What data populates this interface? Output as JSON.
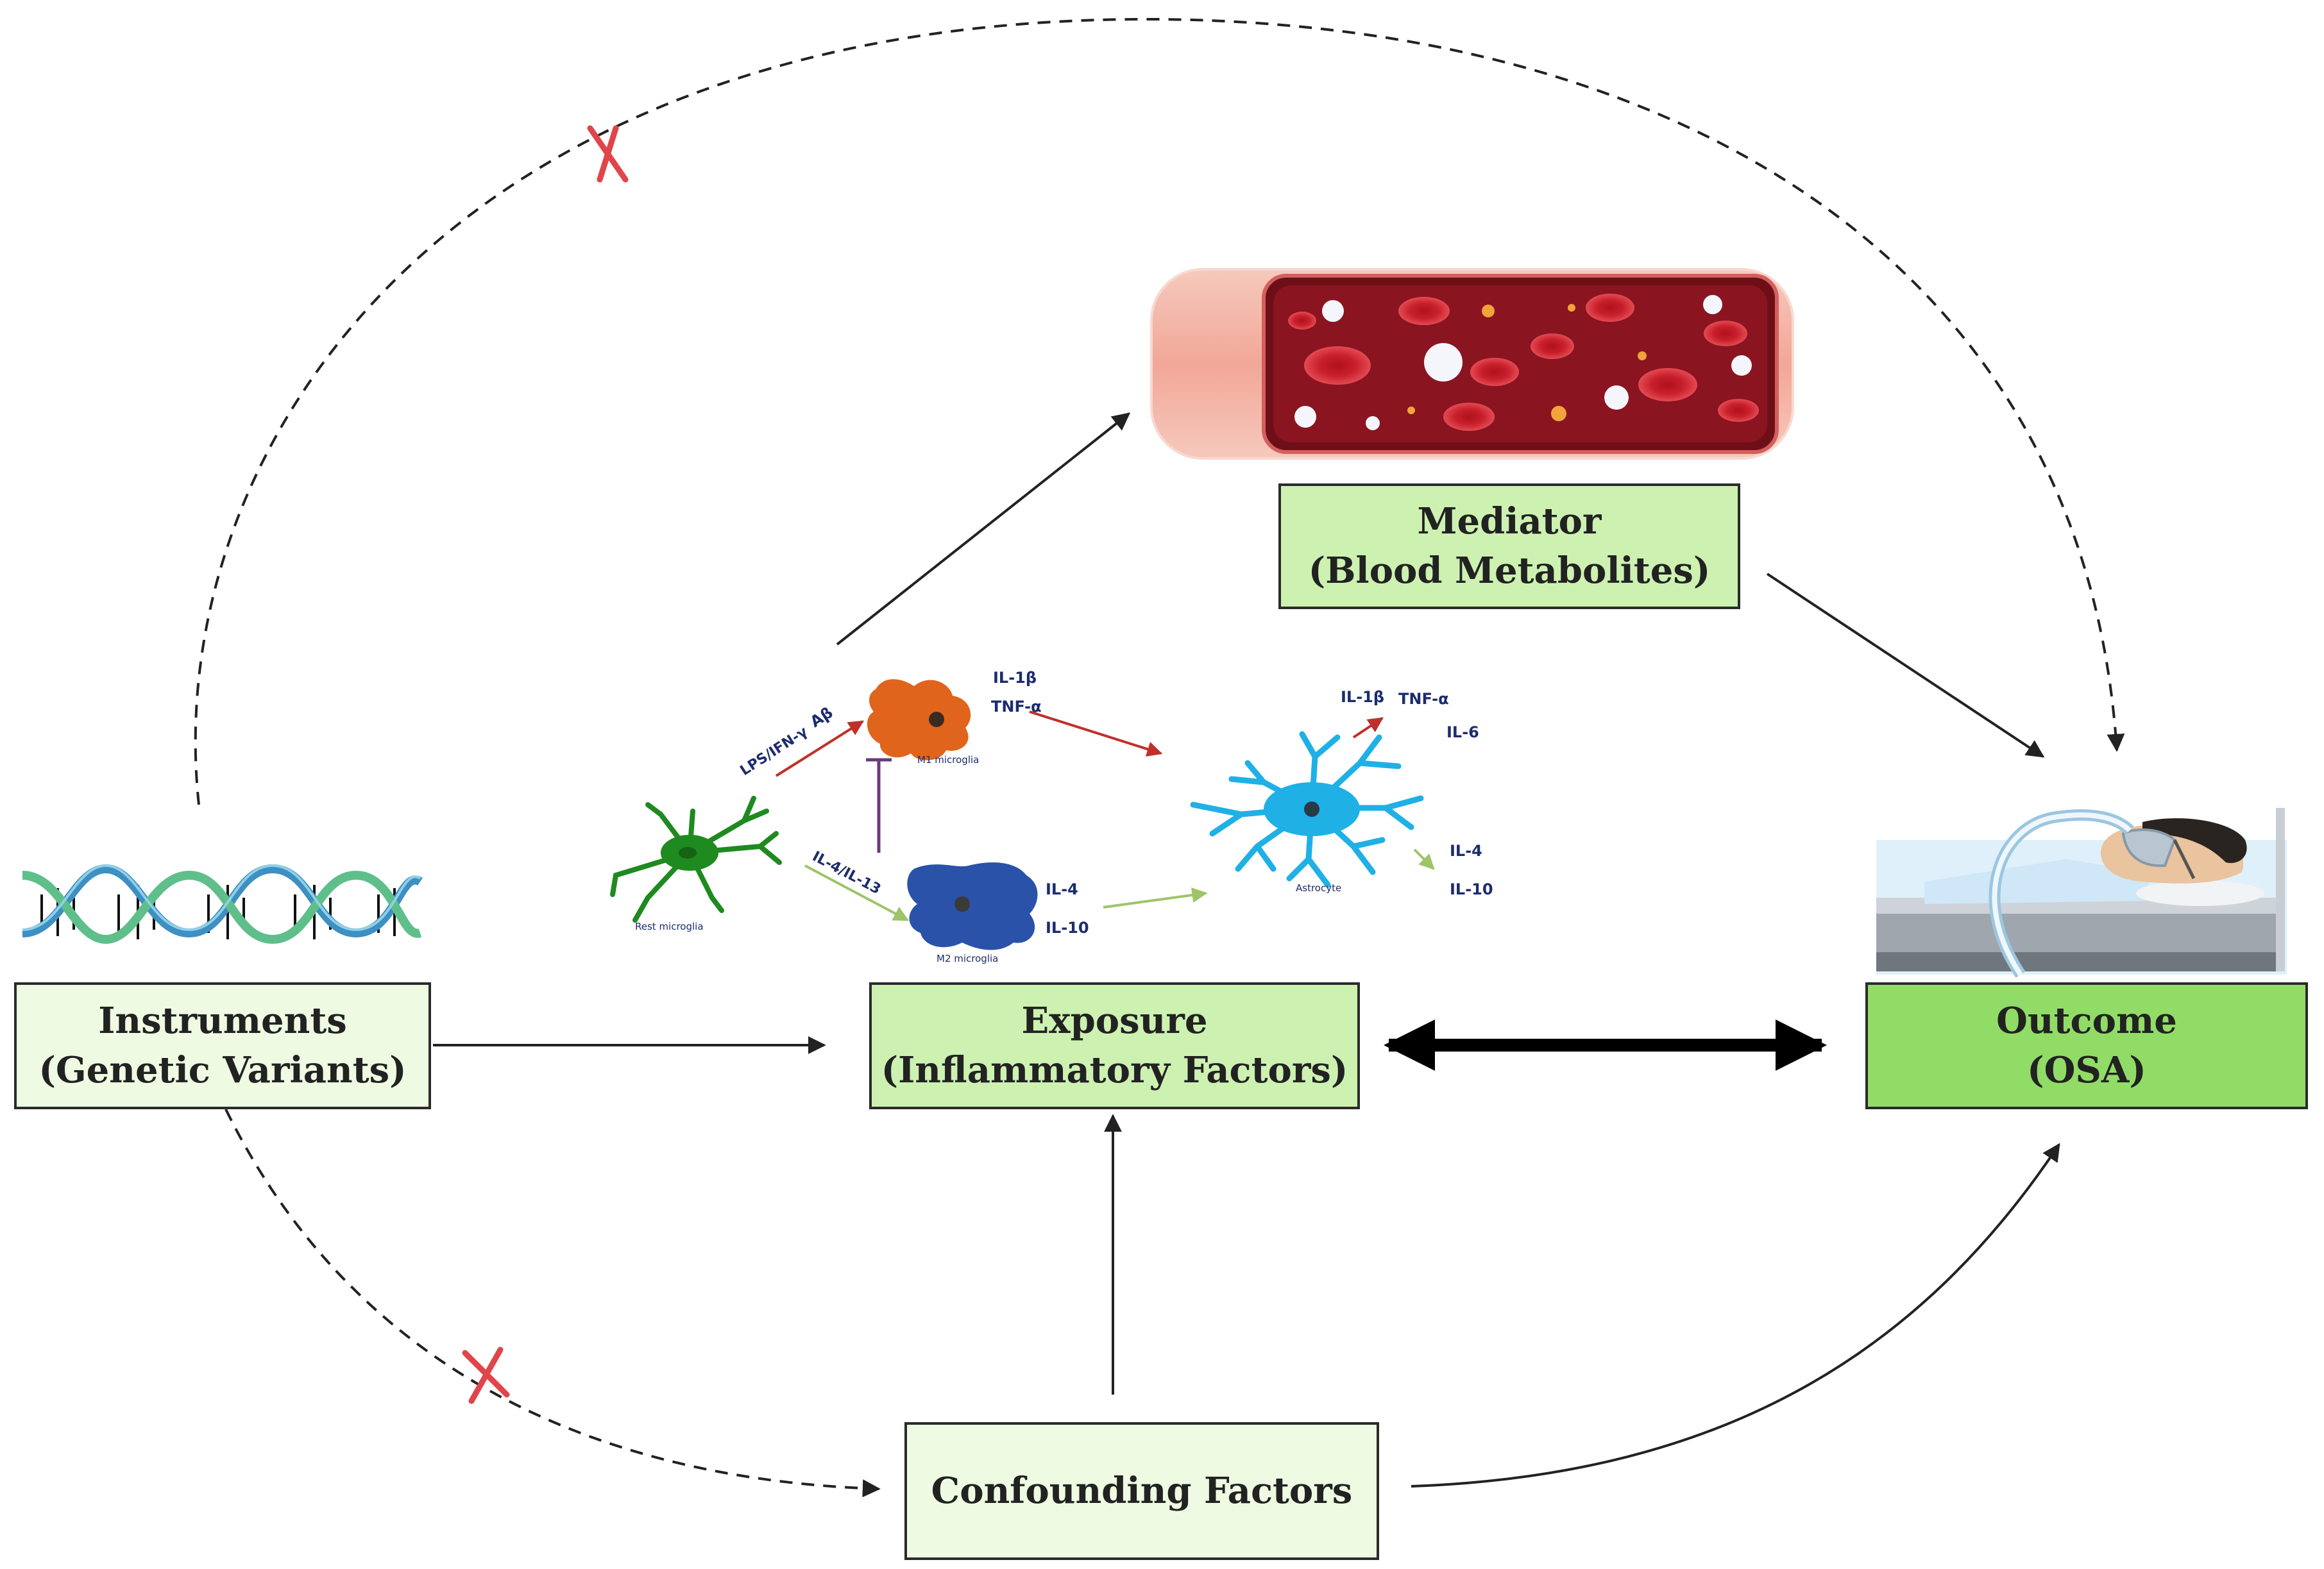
{
  "nodes": {
    "instruments": {
      "line1": "Instruments",
      "line2": "(Genetic Variants)"
    },
    "exposure": {
      "line1": "Exposure",
      "line2": "(Inflammatory Factors)"
    },
    "mediator": {
      "line1": "Mediator",
      "line2": "(Blood Metabolites)"
    },
    "outcome": {
      "line1": "Outcome",
      "line2": "(OSA)"
    },
    "confounding": {
      "line1": "Confounding Factors"
    }
  },
  "microglia_illustration": {
    "rest_label": "Rest microglia",
    "m1_label": "M1 microglia",
    "m2_label": "M2 microglia",
    "astrocyte_label": "Astrocyte",
    "lps_label": "LPS/IFN-γ",
    "abeta_label": "Aβ",
    "il4_il13_label": "IL-4/IL-13",
    "m1_il1b": "IL-1β",
    "m1_tnfa": "TNF-α",
    "m2_il4": "IL-4",
    "m2_il10": "IL-10",
    "astro_il1b": "IL-1β",
    "astro_tnfa": "TNF-α",
    "astro_il6": "IL-6",
    "astro_il4": "IL-4",
    "astro_il10": "IL-10"
  },
  "colors": {
    "box_light": "#eefbe2",
    "box_mid": "#cdf1b1",
    "box_strong": "#91dc66",
    "blocked_mark": "#e0454a",
    "vessel_blood": "#8a1420",
    "m1_cell": "#e0641c",
    "m2_cell": "#2a52a8",
    "rest_cell": "#1f8a1f",
    "astrocyte": "#1fb0e6"
  }
}
